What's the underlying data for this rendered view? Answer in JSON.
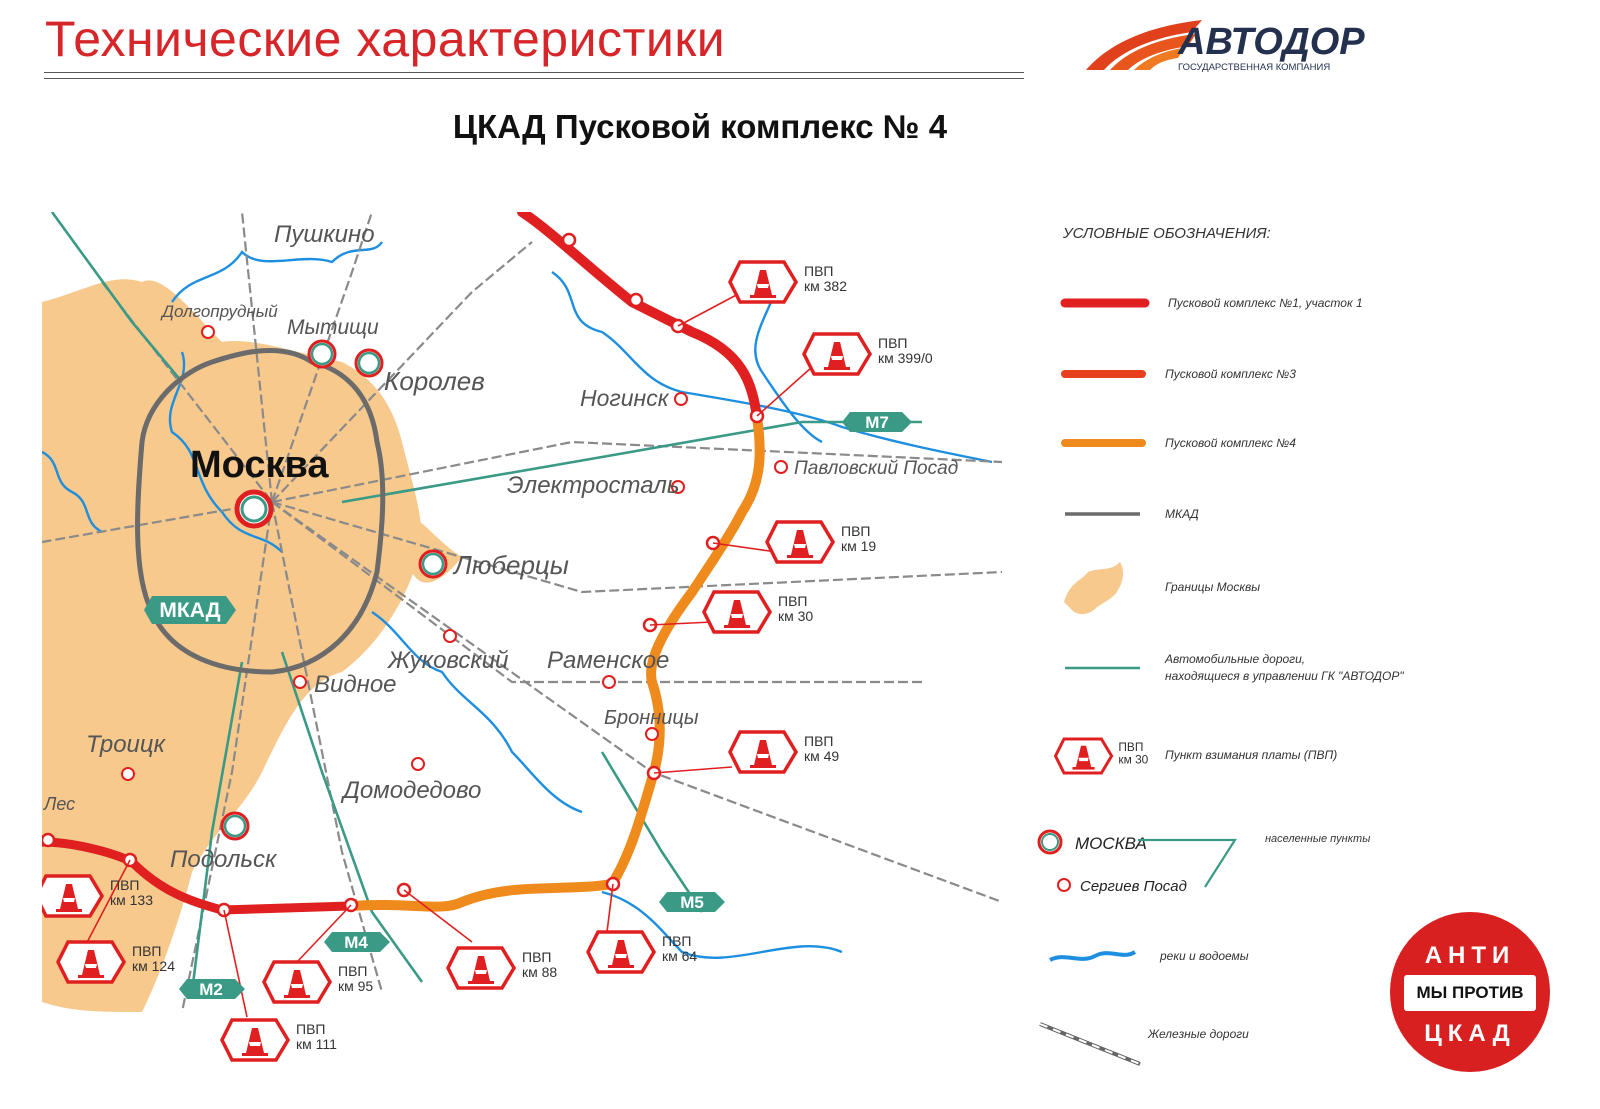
{
  "header": {
    "title": "Технические характеристики",
    "subtitle": "ЦКАД Пусковой комплекс № 4"
  },
  "brand": {
    "name": "АВТОДОР",
    "tagline": "ГОСУДАРСТВЕННАЯ КОМПАНИЯ"
  },
  "colors": {
    "title_red": "#d7262a",
    "route_red": "#e02020",
    "route_orange": "#ef8a1c",
    "mkad_gray": "#6b6b6b",
    "moscow_fill": "#f7c98d",
    "autodor_teal": "#3a9a86",
    "river_blue": "#1e8fe0",
    "rail_gray": "#8a8a8a",
    "badge_red": "#d92020"
  },
  "map": {
    "cities": {
      "moscow": "Москва",
      "dolgoprudny": "Долгопрудный",
      "mytishchi": "Мытищи",
      "korolev": "Королев",
      "pushkino": "Пушкино",
      "noginsk": "Ногинск",
      "elektrostal": "Электросталь",
      "pavlovsky_posad": "Павловский Посад",
      "lyubertsy": "Люберцы",
      "zhukovsky": "Жуковский",
      "ramenskoe": "Раменское",
      "vidnoe": "Видное",
      "bronnitsy": "Бронницы",
      "troitsk": "Троицк",
      "domodedovo": "Домодедово",
      "podolsk": "Подольск",
      "les": "Лес"
    },
    "road_labels": {
      "mkad": "МКАД",
      "m7": "М7",
      "m5": "М5",
      "m4": "М4",
      "m2": "М2"
    },
    "toll_points": [
      {
        "label": "ПВП",
        "km": "км 382"
      },
      {
        "label": "ПВП",
        "km": "км 399/0"
      },
      {
        "label": "ПВП",
        "km": "км 19"
      },
      {
        "label": "ПВП",
        "km": "км 30"
      },
      {
        "label": "ПВП",
        "km": "км 49"
      },
      {
        "label": "ПВП",
        "km": "км 64"
      },
      {
        "label": "ПВП",
        "km": "км 88"
      },
      {
        "label": "ПВП",
        "km": "км 95"
      },
      {
        "label": "ПВП",
        "km": "км 111"
      },
      {
        "label": "ПВП",
        "km": "км 124"
      },
      {
        "label": "ПВП",
        "km": "км 133"
      }
    ]
  },
  "legend": {
    "title": "УСЛОВНЫЕ ОБОЗНАЧЕНИЯ:",
    "items": [
      "Пусковой комплекс №1, участок 1",
      "Пусковой комплекс №3",
      "Пусковой комплекс №4",
      "МКАД",
      "Границы Москвы",
      "Автомобильные дороги,",
      "находящиеся в управлении ГК \"АВТОДОР\"",
      "Пункт взимания платы (ПВП)",
      "населенные пункты",
      "реки и водоемы",
      "Железные дороги"
    ],
    "toll_sample": {
      "label": "ПВП",
      "km": "км 30"
    },
    "city_big": "МОСКВА",
    "city_small": "Сергиев Посад"
  },
  "badge": {
    "top": "АНТИ",
    "middle": "МЫ ПРОТИВ",
    "bottom": "ЦКАД"
  }
}
